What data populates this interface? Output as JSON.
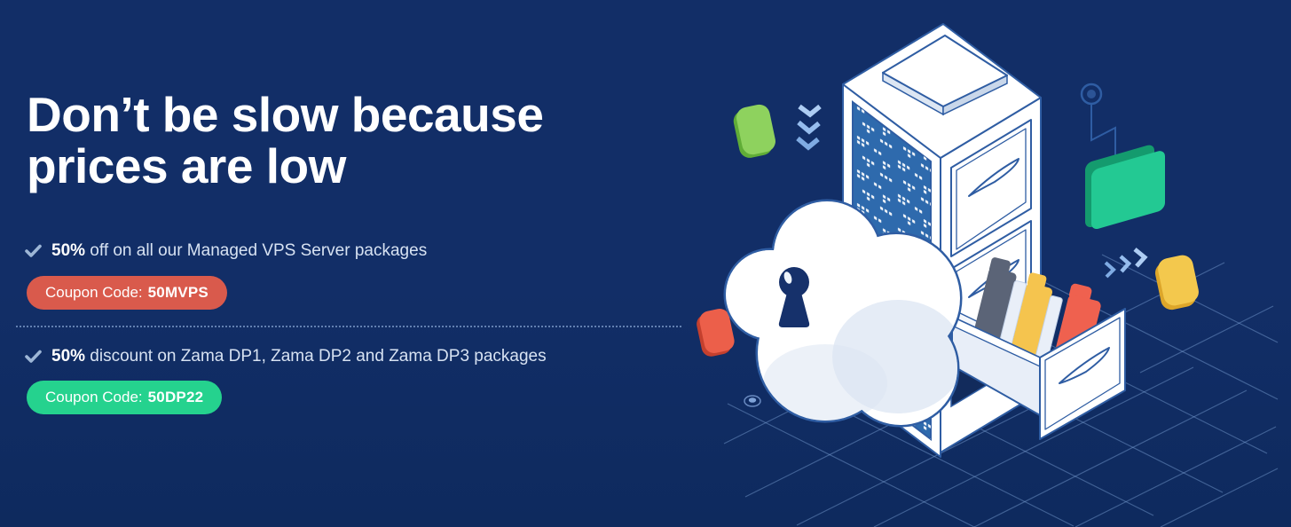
{
  "hero": {
    "heading_line1": "Don’t be slow because",
    "heading_line2": "prices are low",
    "offers": [
      {
        "highlight": "50%",
        "text": " off on all our Managed VPS Server packages",
        "coupon_label": "Coupon Code:",
        "coupon_code": "50MVPS"
      },
      {
        "highlight": "50%",
        "text": " discount on Zama DP1, Zama DP2 and Zama DP3 packages",
        "coupon_label": "Coupon Code:",
        "coupon_code": "50DP22"
      }
    ]
  },
  "icons": {
    "checkmark": "✓"
  },
  "illustration_elements": [
    "server-cabinet",
    "cloud-keyhole-lock",
    "open-drawer-with-folders",
    "green-folder",
    "location-pin-line",
    "chevrons-down",
    "chevrons-right",
    "green-square",
    "red-square",
    "yellow-square",
    "isometric-grid"
  ],
  "colors": {
    "background": "#122e67",
    "background_bottom": "#0e2a5e",
    "heading_text": "#ffffff",
    "body_text": "#d7e2f2",
    "checkmark": "#9db6d6",
    "coupon_red": "#d95a4c",
    "coupon_green": "#25d28e",
    "coupon_text": "#ffffff",
    "separator": "#7e9cc9",
    "ill_outline": "#2f5da3",
    "ill_panel": "#2e6aad",
    "ill_white": "#ffffff",
    "ill_shade": "#dce6f3",
    "ill_shade_deep": "#c9d7ea",
    "keyhole": "#16316b",
    "opening": "#122b5c",
    "accent_green": "#8ed25e",
    "accent_green_dark": "#60ad37",
    "accent_red": "#ec5f4a",
    "accent_red_dark": "#c4402e",
    "accent_yellow": "#f3c84d",
    "accent_yellow_dark": "#dda62a",
    "folder_green": "#23c993",
    "folder_green_dark": "#149b6e",
    "folder_slate": "#5b6477",
    "folder_sheet": "#e9eff8",
    "folder_yellow": "#f5c44e",
    "folder_red": "#ef614f",
    "grid_line": "#7fa3d8",
    "chevron_light": "#aecdf3",
    "chevron_mid": "#96bdee",
    "chevron_deep": "#7fabe3"
  }
}
